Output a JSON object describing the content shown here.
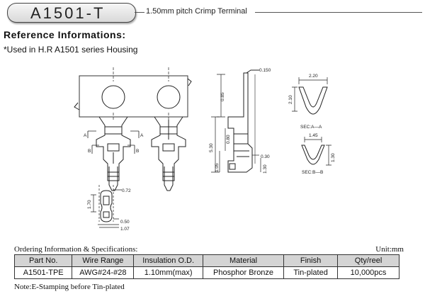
{
  "header": {
    "part_code": "A1501-T",
    "subtitle": "1.50mm pitch Crimp Terminal"
  },
  "reference": {
    "heading": "Reference Informations:",
    "note": "*Used in H.R A1501 series Housing"
  },
  "drawing": {
    "dim_0150": "0.150",
    "dim_085": "0.85",
    "dim_530": "5.30",
    "dim_080": "0.80",
    "dim_030": "0.30",
    "dim_105": "1.05",
    "dim_130_side": "1.30",
    "dim_220": "2.20",
    "dim_210": "2.10",
    "sec_aa": "SEC:A—A",
    "dim_145": "1.45",
    "dim_130_sec": "1.30",
    "sec_bb": "SEC:B—B",
    "dim_072": "0.72",
    "dim_170": "1.70",
    "dim_050": "0.50",
    "dim_107": "1.07",
    "label_a": "A",
    "label_b": "B"
  },
  "ordering": {
    "caption": "Ordering Information & Specifications:",
    "unit": "Unit:mm",
    "columns": [
      "Part No.",
      "Wire Range",
      "Insulation O.D.",
      "Material",
      "Finish",
      "Qty/reel"
    ],
    "row": [
      "A1501-TPE",
      "AWG#24-#28",
      "1.10mm(max)",
      "Phosphor Bronze",
      "Tin-plated",
      "10,000pcs"
    ]
  },
  "footnote": "Note:E-Stamping before Tin-plated"
}
